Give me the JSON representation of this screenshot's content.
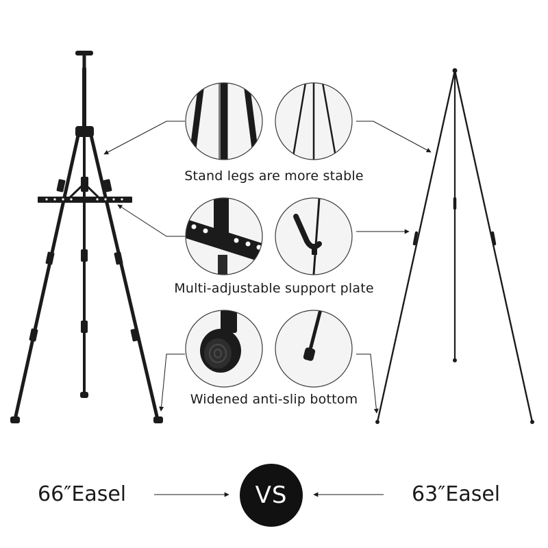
{
  "features": [
    {
      "caption": "Stand legs are more stable",
      "left_icon": "leg-tubes-closeup",
      "right_icon": "thin-legs-closeup"
    },
    {
      "caption": "Multi-adjustable support plate",
      "left_icon": "support-plate-closeup",
      "right_icon": "hook-closeup"
    },
    {
      "caption": "Widened anti-slip bottom",
      "left_icon": "rubber-foot-closeup",
      "right_icon": "thin-foot-closeup"
    }
  ],
  "comparison": {
    "left_label": "66″Easel",
    "vs_label": "VS",
    "right_label": "63″Easel"
  },
  "colors": {
    "easel": "#1b1b1b",
    "accent": "#111111",
    "text": "#1a1a1a",
    "circle_bg": "#f4f4f4"
  }
}
